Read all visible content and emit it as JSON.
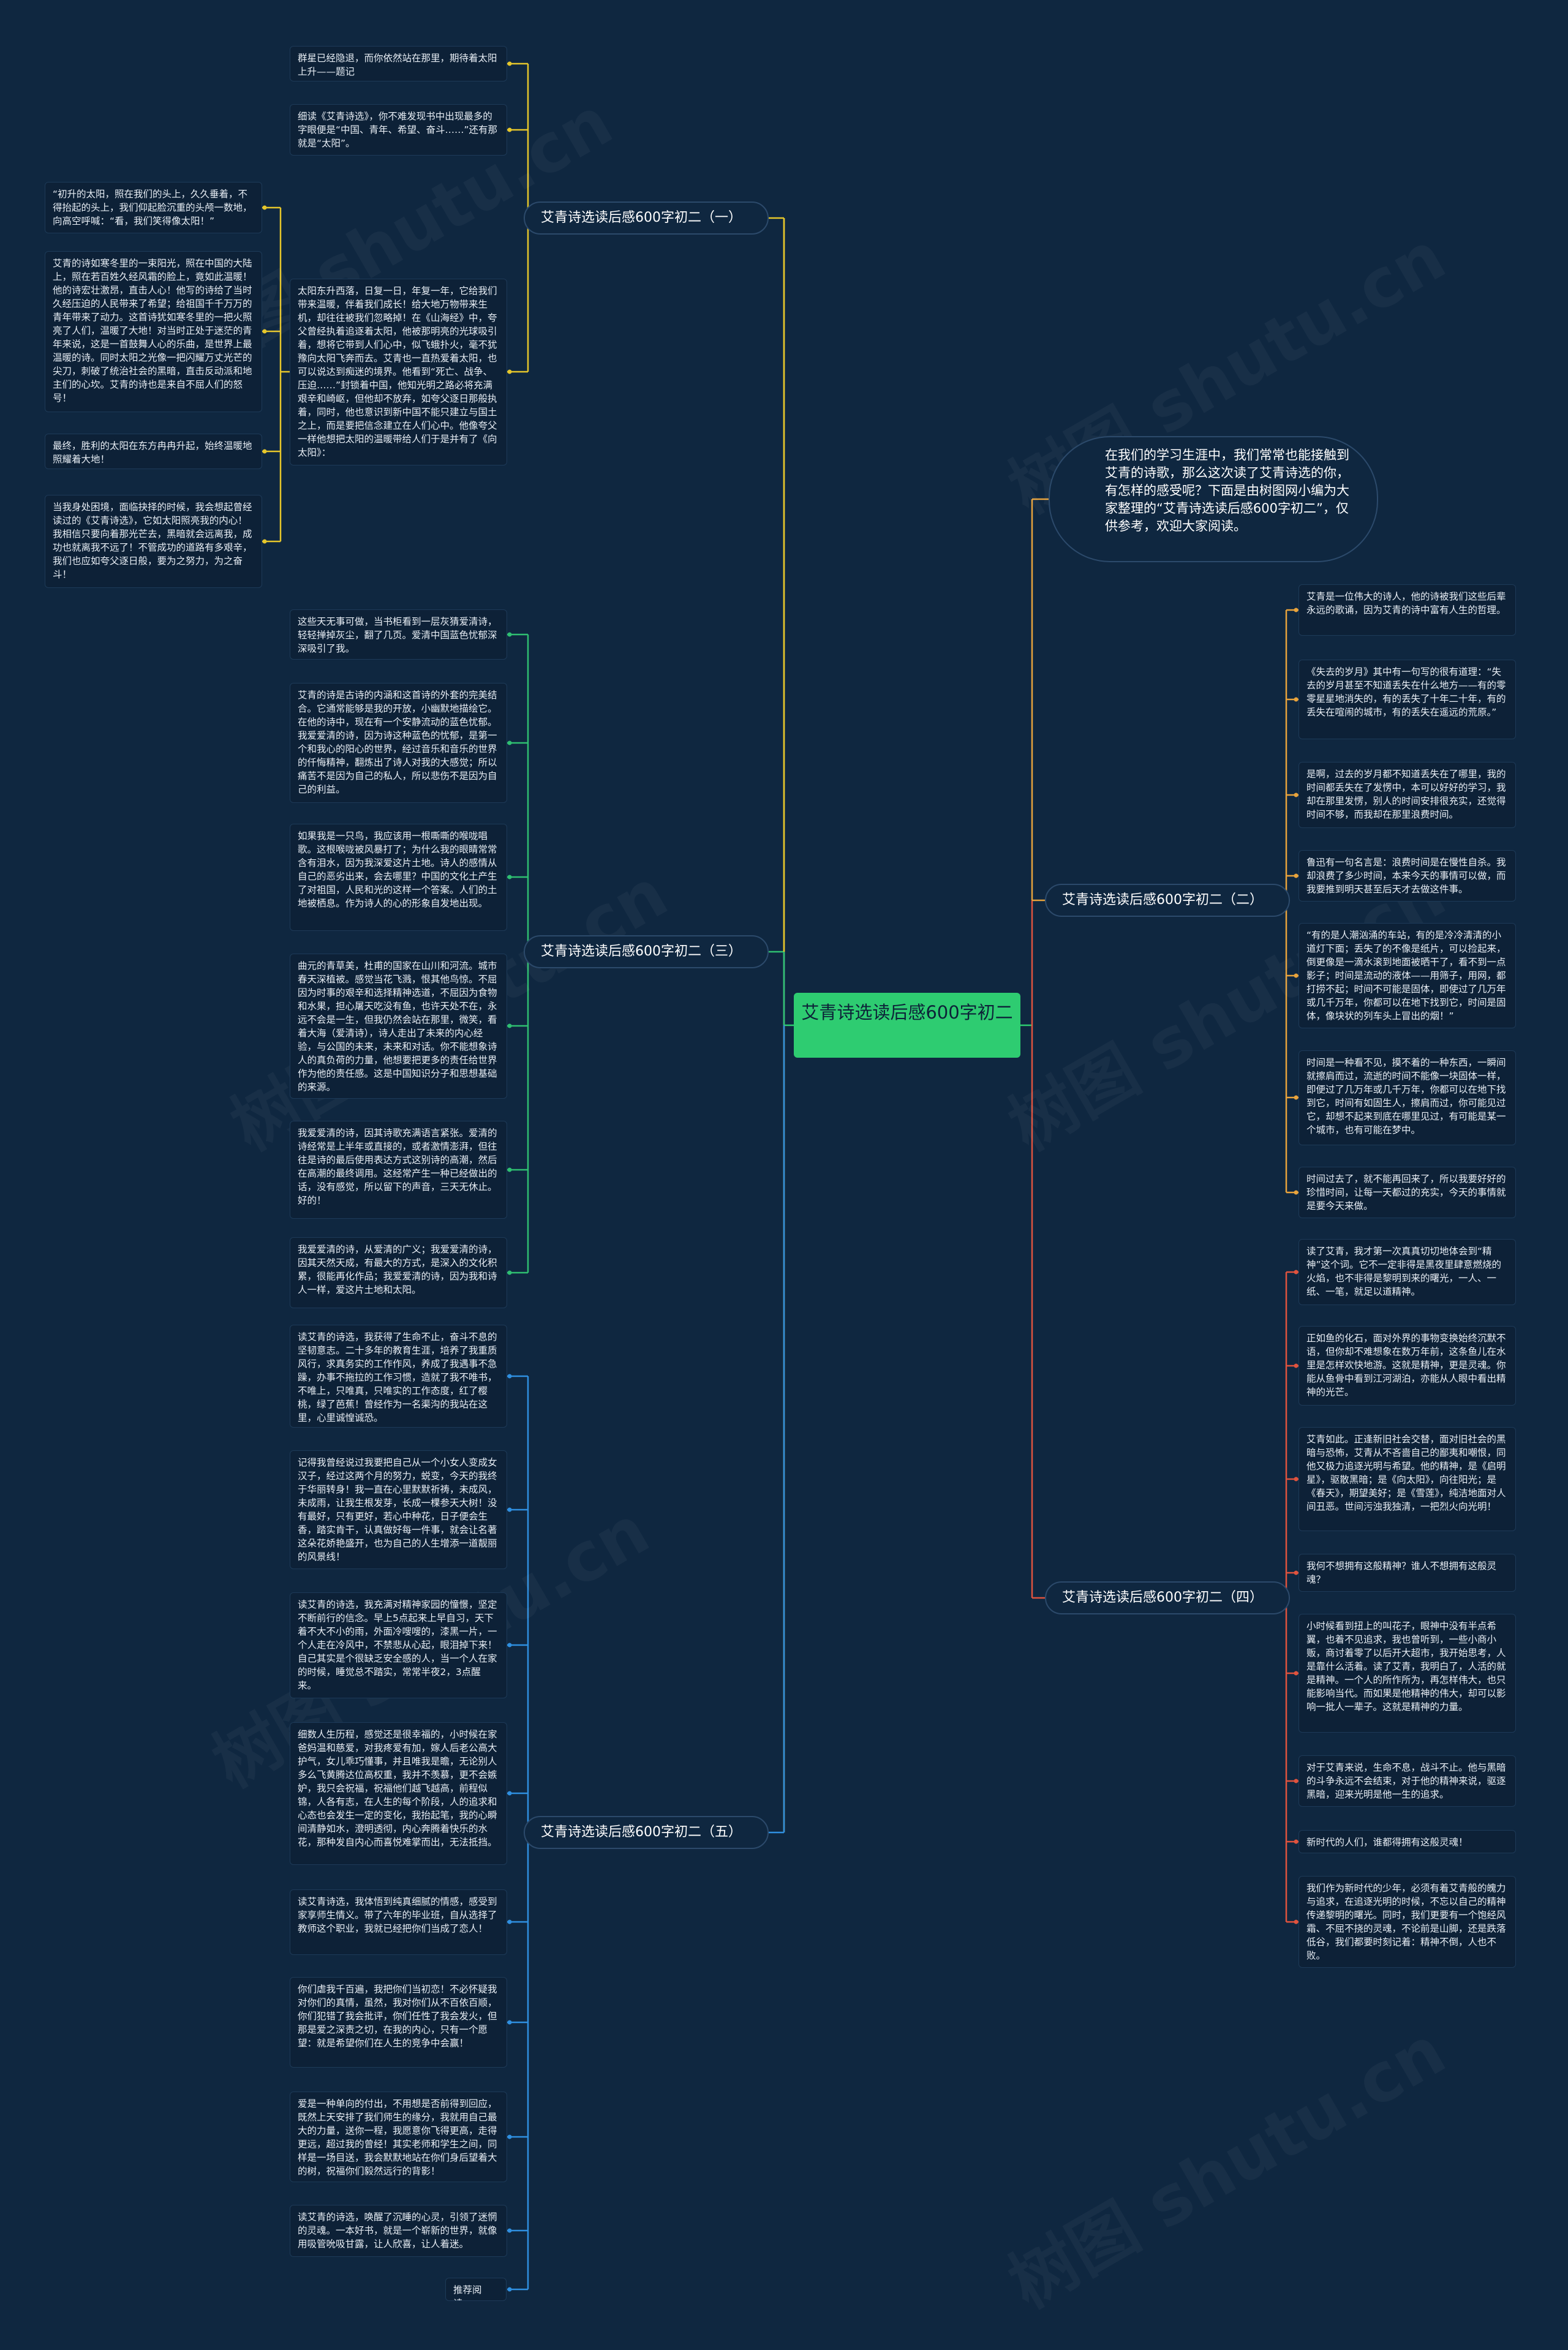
{
  "root": "艾青诗选读后感600字初二",
  "intro": "在我们的学习生涯中，我们常常也能接触到艾青的诗歌，那么这次读了艾青诗选的你，有怎样的感受呢？下面是由树图网小编为大家整理的“艾青诗选读后感600字初二”，仅供参考，欢迎大家阅读。",
  "watermarks": [
    "树图 shutu.cn",
    "树图 shutu.cn",
    "树图 shutu.cn",
    "树图 shutu.cn",
    "树图 shutu.cn",
    "树图 shutu.cn"
  ],
  "branches": {
    "b1": "艾青诗选读后感600字初二（一）",
    "b2": "艾青诗选读后感600字初二（二）",
    "b3": "艾青诗选读后感600字初二（三）",
    "b4": "艾青诗选读后感600字初二（四）",
    "b5": "艾青诗选读后感600字初二（五）"
  },
  "b1": {
    "l1": "群星已经隐退，而你依然站在那里，期待着太阳上升——题记",
    "l2": "细读《艾青诗选》，你不难发现书中出现最多的字眼便是“中国、青年、希望、奋斗……”还有那就是“太阳”。",
    "l3": "太阳东升西落，日复一日，年复一年，它给我们带来温暖，伴着我们成长！给大地万物带来生机，却往往被我们忽略掉！在《山海经》中，夸父曾经执着追逐着太阳，他被那明亮的光球吸引着，想将它带到人们心中，似飞蛾扑火，毫不犹豫向太阳飞奔而去。艾青也一直热爱着太阳，也可以说达到痴迷的境界。他看到“死亡、战争、压迫……”封锁着中国，他知光明之路必将充满艰辛和崎岖，但他却不放弃，如夸父逐日那般执着，同时，他也意识到新中国不能只建立与国土之上，而是要把信念建立在人们心中。他像夸父一样他想把太阳的温暖带给人们于是并有了《向太阳》：",
    "l3a": "“初升的太阳，照在我们的头上，久久垂着，不得抬起的头上，我们仰起脸沉重的头颅一数地，向高空呼喊：“看，我们笑得像太阳！”",
    "l3b": "艾青的诗如寒冬里的一束阳光，照在中国的大陆上，照在若百姓久经风霜的脸上，竟如此温暖！他的诗宏壮激昂，直击人心！他写的诗给了当时久经压迫的人民带来了希望；给祖国千千万万的青年带来了动力。这首诗犹如寒冬里的一把火照亮了人们，温暖了大地！对当时正处于迷茫的青年来说，这是一首鼓舞人心的乐曲，是世界上最温暖的诗。同时太阳之光像一把闪耀万丈光芒的尖刀，刺破了统治社会的黑暗，直击反动派和地主们的心坎。艾青的诗也是来自不屈人们的怒号！",
    "l3c": "最终，胜利的太阳在东方冉冉升起，始终温暖地照耀着大地！",
    "l3d": "当我身处困境，面临抉择的时候，我会想起曾经读过的《艾青诗选》，它如太阳照亮我的内心！我相信只要向着那光芒去，黑暗就会远离我，成功也就离我不远了！不管成功的道路有多艰辛，我们也应如夸父逐日般，要为之努力，为之奋斗！"
  },
  "b3": {
    "l1": "这些天无事可做，当书柜看到一层灰猜爱清诗，轻轻掸掉灰尘，翻了几页。爱清中国蓝色忧郁深深吸引了我。",
    "l2": "艾青的诗是古诗的内涵和这首诗的外套的完美结合。它通常能够是我的开放，小幽默地描绘它。在他的诗中，现在有一个安静流动的蓝色忧郁。我爱爱清的诗，因为诗这种蓝色的忧郁，是第一个和我心的阳心的世界，经过音乐和音乐的世界的仟悔精神，翻炼出了诗人对我的大感觉；所以痛苦不是因为自己的私人，所以悲伤不是因为自己的利益。",
    "l3": "如果我是一只鸟，我应该用一根嘶嘶的喉咙唱歌。这根喉咙被风暴打了；为什么我的眼睛常常含有泪水，因为我深爱这片土地。诗人的感情从自己的恶劣出来，会去哪里？中国的文化土产生了对祖国，人民和光的这样一个答案。人们的土地被栖息。作为诗人的心的形象自发地出现。",
    "l4": "曲元的青草美，杜甫的国家在山川和河流。城市春天深植被。感觉当花飞溅，恨其他鸟惊。不屈因为时事的艰辛和选择精神选道，不屈因为食物和水果，担心屠天吃没有鱼，也许天处不在，永远不会是一生，但我仍然会站在那里，微笑，看着大海（爱清诗），诗人走出了未来的内心经验，与公国的未来，未来和对话。你不能想象诗人的真负荷的力量，他想要把更多的责任给世界作为他的责任感。这是中国知识分子和思想基础的来源。",
    "l5": "我爱爱清的诗，因其诗歌充满语言紧张。爱清的诗经常是上半年或直接的，或者激情澎湃，但往往是诗的最后使用表达方式这别诗的高潮，然后在高潮的最终调用。这经常产生一种已经做出的话，没有感觉，所以留下的声音，三天无休止。好的！",
    "l6": "我爱爱清的诗，从爱清的广义；我爱爱清的诗，因其天然天成，有最大的方式，是深入的文化积累，很能再化作品；我爱爱清的诗，因为我和诗人一样，爱这片土地和太阳。"
  },
  "b5": {
    "l1": "读艾青的诗选，我获得了生命不止，奋斗不息的坚韧意志。二十多年的教育生涯，培养了我重质风行，求真务实的工作作风，养成了我遇事不急躁，办事不拖拉的工作习惯，造就了我不唯书，不唯上，只唯真，只唯实的工作态度，红了樱桃，绿了芭蕉！曾经作为一名渠沟的我站在这里，心里诚惶诚恐。",
    "l2": "记得我曾经说过我要把自己从一个小女人变成女汉子，经过这两个月的努力，蜕变，今天的我终于华丽转身！我一直在心里默默祈祷，未成风，未成雨，让我生根发芽，长成一棵参天大树！没有最好，只有更好，若心中种花，日子便会生香，踏实肯干，认真做好每一件事，就会让名著这朵花娇艳盛开，也为自己的人生增添一道靓丽的风景线！",
    "l3": "读艾青的诗选，我充满对精神家园的憧憬，坚定不断前行的信念。早上5点起来上早自习，天下着不大不小的雨，外面冷嗖嗖的，漆黑一片，一个人走在冷风中，不禁悲从心起，眼泪掉下来！自己其实是个很缺乏安全感的人，当一个人在家的时候，睡觉总不踏实，常常半夜2，3点醒来。",
    "l4": "细数人生历程，感觉还是很幸福的，小时候在家爸妈温和慈爱，对我疼爱有加，嫁人后老公高大护气，女儿乖巧懂事，并且唯我是瞻，无论别人多么飞黄腾达位高权重，我并不羡慕，更不会嫉妒，我只会祝福，祝福他们越飞越高，前程似锦，人各有志，在人生的每个阶段，人的追求和心态也会发生一定的变化，我抬起笔，我的心瞬间清静如水，澄明透彻，内心奔腾着快乐的水花，那种发自内心而喜悦难掌而出，无法抵挡。",
    "l5": "读艾青诗选，我体悟到纯真细腻的情感，感受到家享师生情义。带了六年的毕业班，自从选择了教师这个职业，我就已经把你们当成了恋人！",
    "l6": "你们虐我千百遍，我把你们当初恋！不必怀疑我对你们的真情，虽然，我对你们从不百依百顺，你们犯错了我会批评，你们任性了我会发火，但那是爱之深责之切，在我的内心，只有一个愿望：就是希望你们在人生的竞争中会赢！",
    "l7": "爱是一种单向的付出，不用想是否前得到回应，既然上天安排了我们师生的缘分，我就用自己最大的力量，送你一程，我愿意你飞得更高，走得更远，超过我的曾经！其实老师和学生之间，同样是一场目送，我会默默地站在你们身后望着大的树，祝福你们毅然远行的背影！",
    "l8": "读艾青的诗选，唤醒了沉睡的心灵，引领了迷惘的灵魂。一本好书，就是一个崭新的世界，就像用吸管吮吸甘露，让人欣喜，让人着迷。",
    "l9": "推荐阅读："
  },
  "b2": {
    "l1": "艾青是一位伟大的诗人，他的诗被我们这些后辈永远的歌诵，因为艾青的诗中富有人生的哲理。",
    "l2": "《失去的岁月》其中有一句写的很有道理：“失去的岁月甚至不知道丢失在什么地方——有的零零星星地消失的，有的丢失了十年二十年，有的丢失在喧闹的城市，有的丢失在遥远的荒原。”",
    "l3": "是啊，过去的岁月都不知道丢失在了哪里，我的时间都丢失在了发愣中，本可以好好的学习，我却在那里发愣，别人的时间安排很充实，还觉得时间不够，而我却在那里浪费时间。",
    "l4": "鲁迅有一句名言是：浪费时间是在慢性自杀。我却浪费了多少时间，本来今天的事情可以做，而我要推到明天甚至后天才去做这件事。",
    "l5": "“有的是人潮汹涌的车站，有的是冷冷清清的小道灯下面；丢失了的不像是纸片，可以捡起来，倒更像是一滴水滚到地面被晒干了，看不到一点影子；时间是流动的液体——用筛子，用网，都打捞不起；时间不可能是固体，即使过了几万年或几千万年，你都可以在地下找到它，时间是固体，像块状的列车头上冒出的烟！”",
    "l6": "时间是一种看不见，摸不着的一种东西，一瞬间就擦肩而过，流逝的时间不能像一块固体一样，即便过了几万年或几千万年，你都可以在地下找到它，时间有如固生人，擦肩而过，你可能见过它，却想不起来到底在哪里见过，有可能是某一个城市，也有可能在梦中。",
    "l7": "时间过去了，就不能再回来了，所以我要好好的珍惜时间，让每一天都过的充实，今天的事情就是要今天来做。"
  },
  "b4": {
    "l1": "读了艾青，我才第一次真真切切地体会到“精神”这个词。它不一定非得是黑夜里肆意燃烧的火焰，也不非得是黎明到来的曙光，一人、一纸、一笔，就足以道精神。",
    "l2": "正如鱼的化石，面对外界的事物变换始终沉默不语，但你却不难想象在数万年前，这条鱼儿在水里是怎样欢快地游。这就是精神，更是灵魂。你能从鱼骨中看到江河湖泊，亦能从人眼中看出精神的光芒。",
    "l3": "艾青如此。正逢新旧社会交替，面对旧社会的黑暗与恐怖，艾青从不吝啬自己的鄙夷和嘲恨，同他又极力追逐光明与希望。他的精神，是《启明星》，驱散黑暗；是《向太阳》，向往阳光；是《春天》，期望美好；是《雪莲》，纯洁地面对人间丑恶。世间污浊我独清，一把烈火向光明！",
    "l4": "我何不想拥有这般精神？谁人不想拥有这般灵魂？",
    "l5": "小时候看到扭上的叫花子，眼神中没有半点希翼，也着不见追求，我也曾听到，一些小商小贩，商讨着零了以后开大超市，我开始思考，人是靠什么活着。读了艾青，我明白了，人活的就是精神。一个人的所作所为，再怎样伟大，也只能影响当代。而如果是他精神的伟大，却可以影响一批人一辈子。这就是精神的力量。",
    "l6": "对于艾青来说，生命不息，战斗不止。他与黑暗的斗争永远不会结束，对于他的精神来说，驱逐黑暗，迎来光明是他一生的追求。",
    "l7": "新时代的人们，谁都得拥有这般灵魂！",
    "l8": "我们作为新时代的少年，必须有着艾青般的魄力与追求，在追逐光明的时候，不忘以自己的精神传递黎明的曙光。同时，我们更要有一个饱经风霜、不屈不挠的灵魂，不论前是山脚，还是跌落低谷，我们都要时刻记着：精神不倒，人也不败。"
  },
  "colors": {
    "b1": "#e5c62b",
    "b2": "#e8a33c",
    "b3": "#2fbf71",
    "b4": "#e0533e",
    "b5": "#2f8fe0",
    "root": "#2ecc71"
  }
}
